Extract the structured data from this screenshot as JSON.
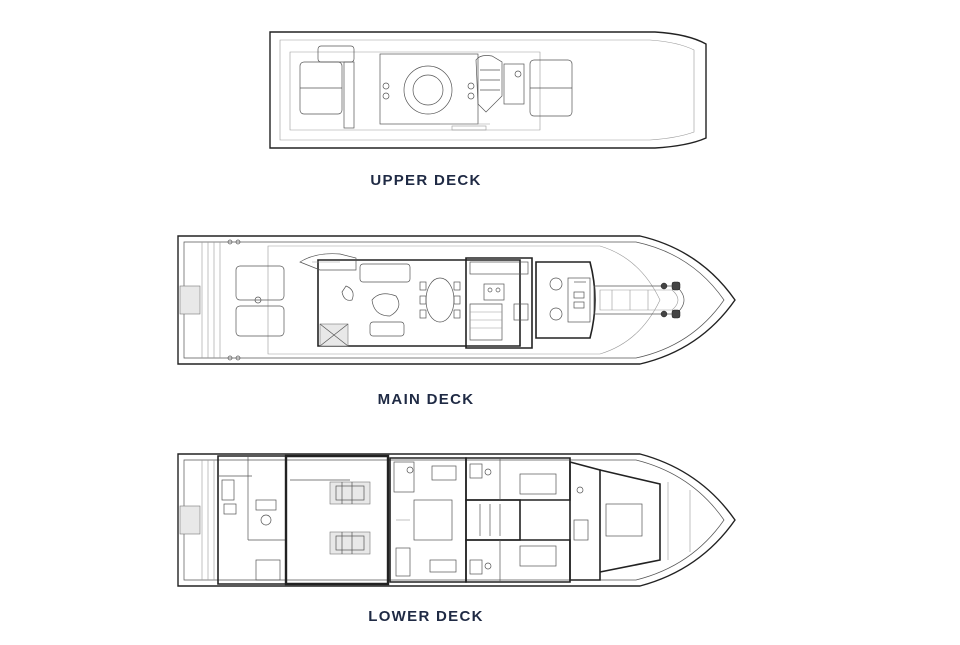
{
  "decks": {
    "upper": {
      "label": "UPPER DECK"
    },
    "main": {
      "label": "MAIN DECK"
    },
    "lower": {
      "label": "LOWER DECK"
    }
  },
  "colors": {
    "label": "#1f2a44",
    "line": "#222222",
    "background": "#ffffff"
  }
}
